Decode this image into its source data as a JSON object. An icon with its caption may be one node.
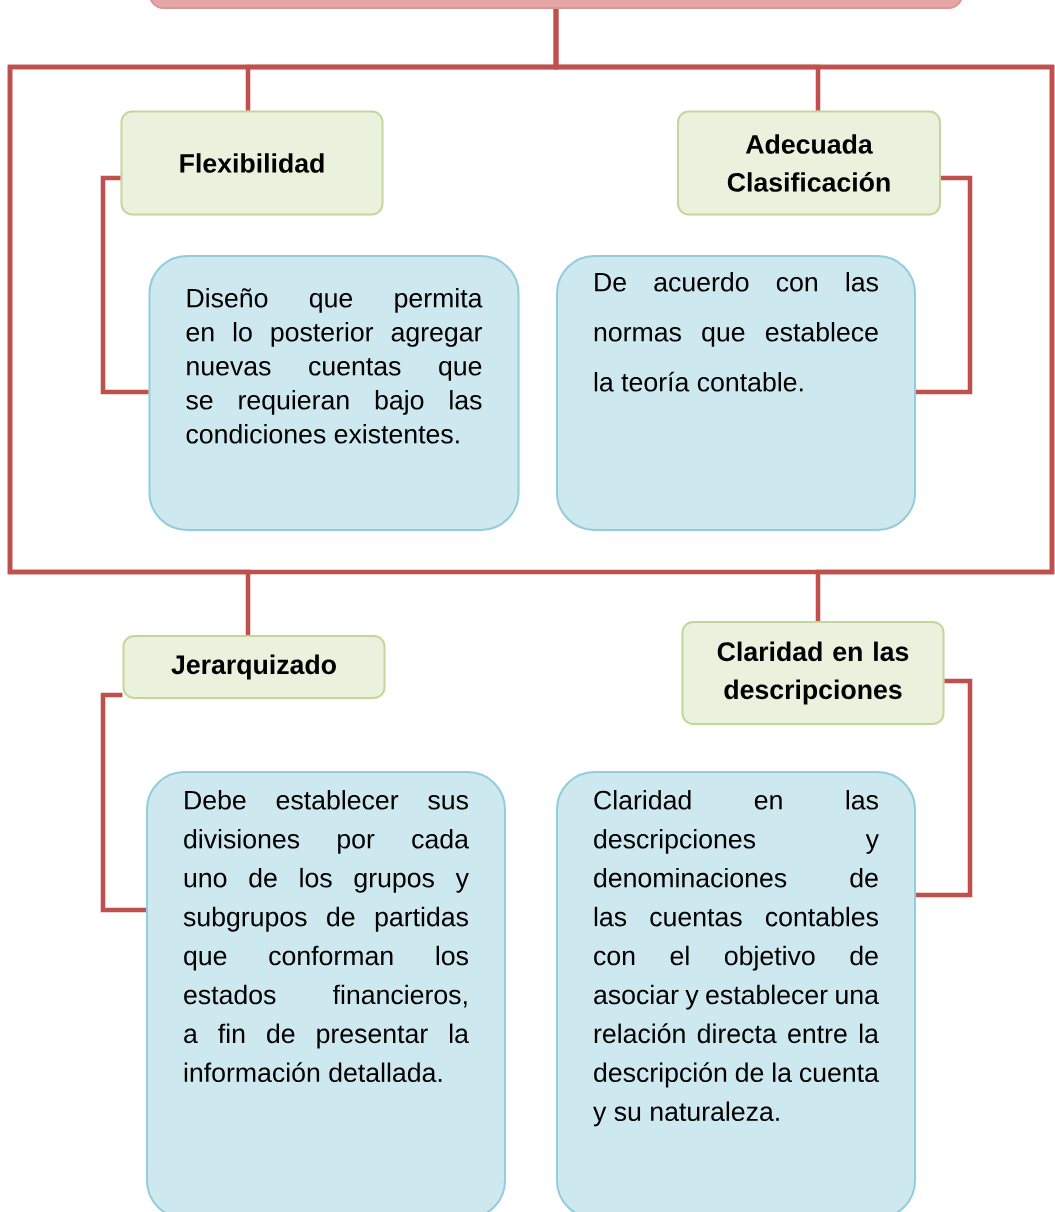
{
  "diagram": {
    "nodes": [
      {
        "text": [],
        "shape": "box"
      },
      {
        "text": [
          "Flexibilidad"
        ]
      },
      {
        "text": [
          "Adecuada Clasificación"
        ]
      },
      {
        "text": [
          "Jerarquizado"
        ]
      },
      {
        "text": [
          "Claridad en las descripciones"
        ]
      },
      {
        "text": [
          "Diseño que permita en lo posterior agregar nuevas cuentas que se requieran bajo las condiciones existentes."
        ]
      },
      {
        "text": [
          "De acuerdo con las normas que establece la teoría contable."
        ]
      },
      {
        "text": [
          "Debe establecer sus divisiones por cada uno de los grupos y subgrupos de partidas que conforman los estados financieros, a fin de presentar la información detallada."
        ]
      },
      {
        "text": [
          "Claridad en las descripciones y denominaciones de las cuentas contables con el objetivo de asociar y establecer una relación directa entre la descripción de la cuenta y su naturaleza."
        ]
      }
    ],
    "edges": [
      {
        "from": 0,
        "to": 1,
        "arrow": "none"
      },
      {
        "from": 0,
        "to": 2,
        "arrow": "none"
      },
      {
        "from": 0,
        "to": 3,
        "arrow": "none"
      },
      {
        "from": 0,
        "to": 4,
        "arrow": "none"
      },
      {
        "from": 1,
        "to": 5,
        "arrow": "none"
      },
      {
        "from": 2,
        "to": 6,
        "arrow": "none"
      },
      {
        "from": 3,
        "to": 7,
        "arrow": "none"
      },
      {
        "from": 4,
        "to": 8,
        "arrow": "none"
      }
    ]
  }
}
